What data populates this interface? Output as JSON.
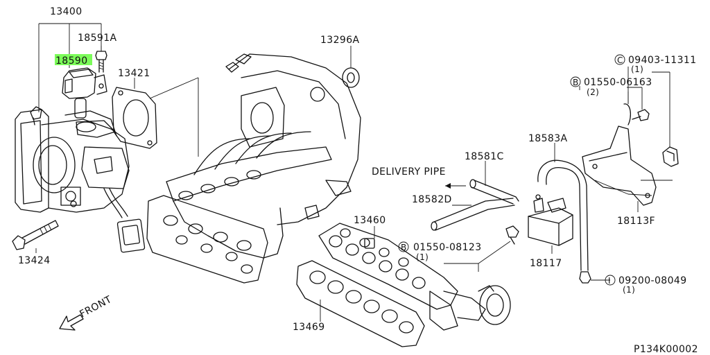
{
  "diagram_code": "P134K00002",
  "highlight_color": "#7CFC5A",
  "front_label": "FRONT",
  "delivery_pipe_label": "DELIVERY PIPE",
  "parts": {
    "p13400": "13400",
    "p18591A": "18591A",
    "p18590": "18590",
    "p13421": "13421",
    "p13296A": "13296A",
    "p13424": "13424",
    "p18581C": "18581C",
    "p18583A": "18583A",
    "p18582D": "18582D",
    "p13460": "13460",
    "p13469": "13469",
    "p18117": "18117",
    "p18113F": "18113F"
  },
  "callouts": {
    "c_letter": "C",
    "c_number": "09403-11311",
    "c_qty": "(1)",
    "b1_letter": "B",
    "b1_number": "01550-06163",
    "b1_qty": "(2)",
    "b2_letter": "B",
    "b2_number": "01550-08123",
    "b2_qty": "(1)",
    "i_letter": "I",
    "i_number": "09200-08049",
    "i_qty": "(1)"
  }
}
